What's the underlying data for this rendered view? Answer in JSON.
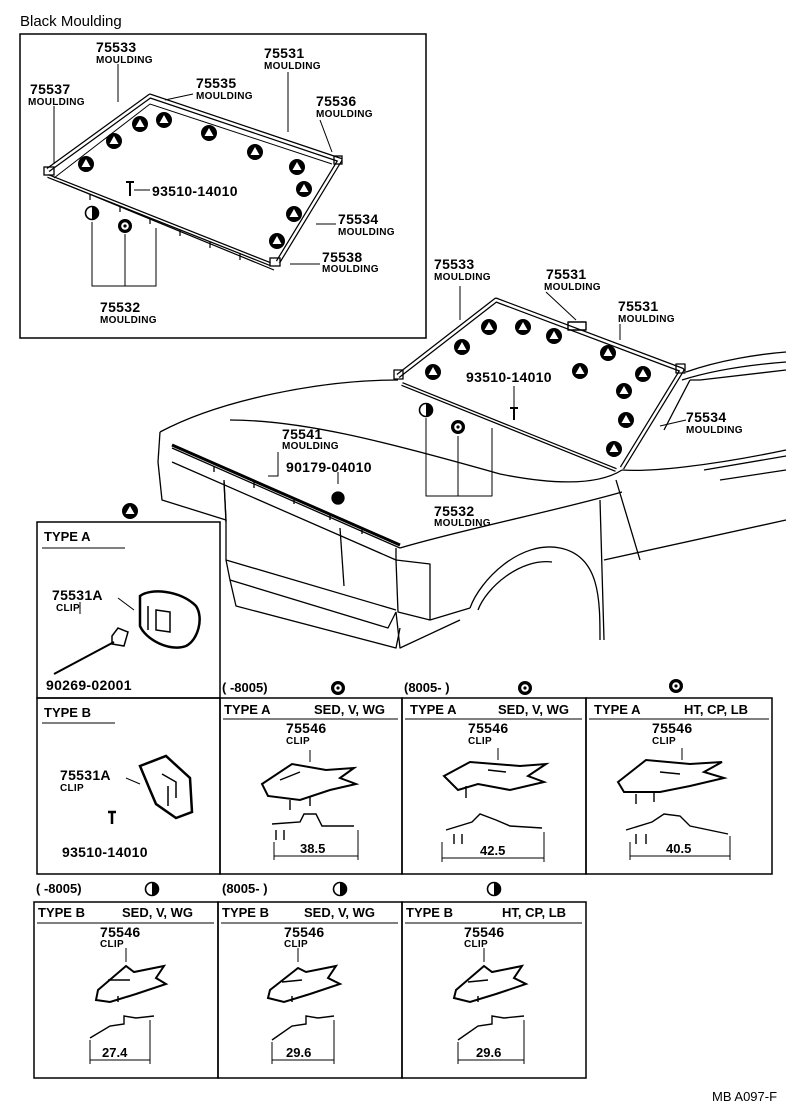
{
  "title": "Black Moulding",
  "footer_code": "MB A097-F",
  "inset": {
    "p75533": {
      "no": "75533",
      "name": "MOULDING"
    },
    "p75531": {
      "no": "75531",
      "name": "MOULDING"
    },
    "p75537": {
      "no": "75537",
      "name": "MOULDING"
    },
    "p75535": {
      "no": "75535",
      "name": "MOULDING"
    },
    "p75536": {
      "no": "75536",
      "name": "MOULDING"
    },
    "screw": "93510-14010",
    "p75534": {
      "no": "75534",
      "name": "MOULDING"
    },
    "p75538": {
      "no": "75538",
      "name": "MOULDING"
    },
    "p75532": {
      "no": "75532",
      "name": "MOULDING"
    }
  },
  "main": {
    "p75533": {
      "no": "75533",
      "name": "MOULDING"
    },
    "p75531a": {
      "no": "75531",
      "name": "MOULDING"
    },
    "p75531b": {
      "no": "75531",
      "name": "MOULDING"
    },
    "screw": "93510-14010",
    "p75534": {
      "no": "75534",
      "name": "MOULDING"
    },
    "p75541": {
      "no": "75541",
      "name": "MOULDING"
    },
    "nut": "90179-04010",
    "p75532": {
      "no": "75532",
      "name": "MOULDING"
    }
  },
  "type_a_box": {
    "header": "TYPE A",
    "clip_no": "75531A",
    "clip_name": "CLIP",
    "pin": "90269-02001"
  },
  "type_b_box": {
    "header": "TYPE B",
    "clip_no": "75531A",
    "clip_name": "CLIP",
    "screw": "93510-14010"
  },
  "row1_captions": [
    "(      -8005)",
    "(8005-        )",
    ""
  ],
  "row1": [
    {
      "type": "TYPE A",
      "models": "SED, V, WG",
      "no": "75546",
      "name": "CLIP",
      "dim": "38.5"
    },
    {
      "type": "TYPE A",
      "models": "SED, V, WG",
      "no": "75546",
      "name": "CLIP",
      "dim": "42.5"
    },
    {
      "type": "TYPE A",
      "models": "HT, CP, LB",
      "no": "75546",
      "name": "CLIP",
      "dim": "40.5"
    }
  ],
  "row2_captions": [
    "(      -8005)",
    "(8005-        )",
    ""
  ],
  "row2": [
    {
      "type": "TYPE B",
      "models": "SED, V, WG",
      "no": "75546",
      "name": "CLIP",
      "dim": "27.4"
    },
    {
      "type": "TYPE B",
      "models": "SED, V, WG",
      "no": "75546",
      "name": "CLIP",
      "dim": "29.6"
    },
    {
      "type": "TYPE B",
      "models": "HT, CP, LB",
      "no": "75546",
      "name": "CLIP",
      "dim": "29.6"
    }
  ]
}
